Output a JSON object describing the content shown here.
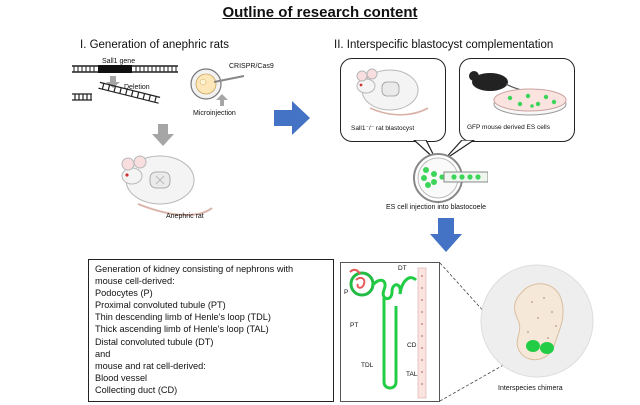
{
  "title": "Outline of research content",
  "section1": {
    "heading": "I. Generation of anephric rats",
    "gene_label": "Sall1 gene",
    "deletion_label": "Deletion",
    "crispr_label": "CRISPR/Cas9",
    "microinjection_label": "Microinjection",
    "rat_label": "Anephric rat"
  },
  "section2": {
    "heading": "II. Interspecific blastocyst complementation",
    "blastocyst_label": "Sall1⁻/⁻ rat blastocyst",
    "es_cells_label": "GFP mouse derived ES cells",
    "injection_label": "ES cell injection into blastocoele"
  },
  "textbox": {
    "lines": [
      "Generation of kidney consisting of nephrons with",
      "mouse cell-derived:",
      "Podocytes (P)",
      "Proximal convoluted tubule (PT)",
      "Thin descending limb of Henle's loop (TDL)",
      "Thick ascending limb of Henle's loop (TAL)",
      "Distal convoluted tubule (DT)",
      "and",
      "mouse and rat cell-derived:",
      "Blood vessel",
      "Collecting duct (CD)"
    ]
  },
  "nephron": {
    "dt": "DT",
    "p": "P",
    "pt": "PT",
    "cd": "CD",
    "tdl": "TDL",
    "tal": "TAL"
  },
  "chimera_label": "Interspecies chimera",
  "colors": {
    "arrow_blue": "#4472c4",
    "gfp_green": "#22cc44",
    "gray_arrow": "#a6a6a6",
    "nephron_red": "#e85a5a"
  }
}
